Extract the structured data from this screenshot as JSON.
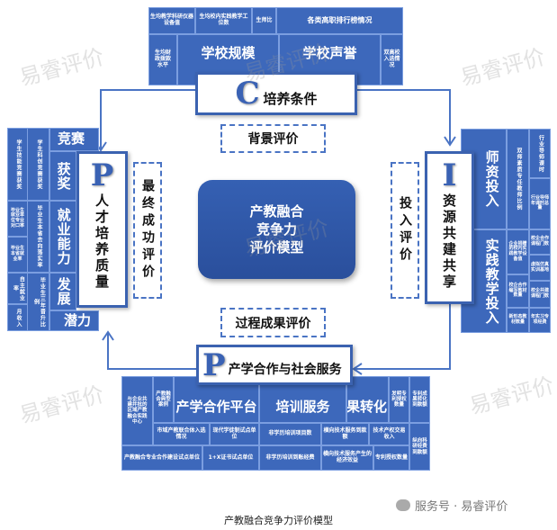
{
  "top": {
    "cells": [
      "生均教学科研仪器设备值",
      "生均校内实践教学工位数",
      "生师比",
      "各类高职排行榜情况",
      "生均财政拨款水平",
      "学校规模",
      "学校声誉",
      "双高校入选情况"
    ]
  },
  "c_box": {
    "letter": "C",
    "label": "培养条件"
  },
  "eval": {
    "background": "背景评价",
    "final": "最终成功评价",
    "input": "投入评价",
    "process": "过程成果评价"
  },
  "center": {
    "title": "产教融合竞争力评价模型",
    "lines": [
      "产教融合",
      "竞争力",
      "评价模型"
    ]
  },
  "left": {
    "cells": [
      "学生技能竞赛获奖",
      "学生科创竞赛获奖",
      "毕业生就业单位专业对口率",
      "毕业生本省去向落实率",
      "毕业生本省就业率",
      "自主就业率",
      "月收入",
      "毕业生三年晋升比例",
      "竞赛",
      "获奖",
      "就业能力",
      "发展",
      "潜力"
    ]
  },
  "p_box": {
    "letter": "P",
    "label": "人才培养质量"
  },
  "i_box": {
    "letter": "I",
    "label": "资源共建共享"
  },
  "right": {
    "cells": [
      "师资投入",
      "实践教学投入",
      "双师素质专任教师比例",
      "企业捐赠的校内实践教学设备值",
      "校企合作编写教材数量",
      "新形态教材数量",
      "行业导师课时",
      "行业导师年课时总量",
      "校企合作课程门数",
      "虚拟仿真实训基地",
      "校企共建课程门数",
      "年实习专项经费"
    ]
  },
  "bottom_box": {
    "letter": "P",
    "label": "产学合作与社会服务"
  },
  "bottom": {
    "cells": [
      "与企业共建并批的区域产教融合实践中心",
      "产教融合典型案例",
      "产学合作平台",
      "培训服务",
      "成果转化",
      "发明专利授权数量",
      "专利成果转化到款额",
      "市域产教联合体入选情况",
      "现代学徒制试点单位",
      "非学历培训项目数",
      "横向技术服务到款额",
      "技术产权交易收入",
      "纵向科研经费到款额",
      "产教融合专业合作建设试点单位",
      "1+X证书试点单位",
      "非学历培训到账经费",
      "横向技术服务产生的经济效益",
      "专利授权数量"
    ]
  },
  "caption": "产教融合竞争力评价模型",
  "watermark": {
    "text": "易睿评价",
    "footer": "服务号 · 易睿评价"
  },
  "colors": {
    "cell": "#3d68bb",
    "border": "#3b62b0",
    "center": "#2f57a8"
  }
}
